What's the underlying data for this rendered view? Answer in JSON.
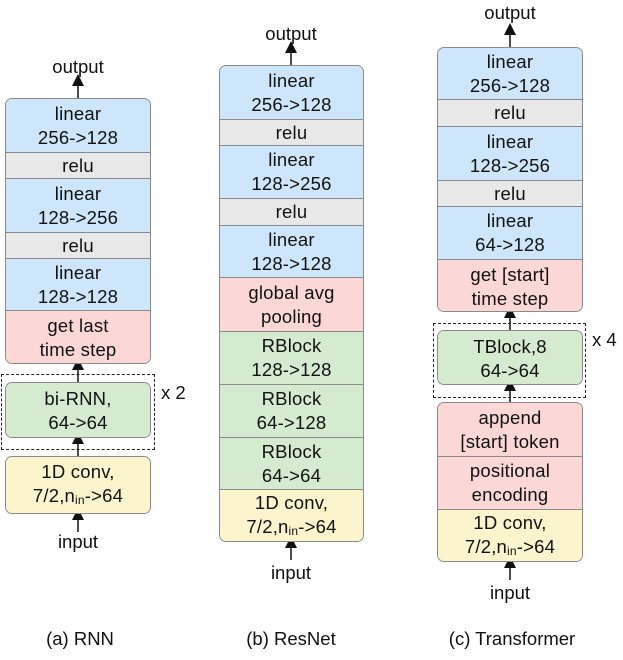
{
  "rnn": {
    "output": "output",
    "input": "input",
    "caption": "(a) RNN",
    "repeat": "x 2",
    "blocks": {
      "linear1": "linear\n256->128",
      "relu1": "relu",
      "linear2": "linear\n128->256",
      "relu2": "relu",
      "linear3": "linear\n128->128",
      "last": "get last\ntime step",
      "birnn": "bi-RNN,\n64->64",
      "conv_a": "1D conv,",
      "conv_b1": "7/2,n",
      "conv_sub": "in",
      "conv_b2": "->64"
    }
  },
  "resnet": {
    "output": "output",
    "input": "input",
    "caption": "(b) ResNet",
    "blocks": {
      "linear1": "linear\n256->128",
      "relu1": "relu",
      "linear2": "linear\n128->256",
      "relu2": "relu",
      "linear3": "linear\n128->128",
      "pool": "global avg\npooling",
      "rb1": "RBlock\n128->128",
      "rb2": "RBlock\n64->128",
      "rb3": "RBlock\n64->64",
      "conv_a": "1D conv,",
      "conv_b1": "7/2,n",
      "conv_sub": "in",
      "conv_b2": "->64"
    }
  },
  "transformer": {
    "output": "output",
    "input": "input",
    "caption": "(c) Transformer",
    "repeat": "x 4",
    "blocks": {
      "linear1": "linear\n256->128",
      "relu1": "relu",
      "linear2": "linear\n128->256",
      "relu2": "relu",
      "linear3": "linear\n64->128",
      "start": "get [start]\ntime step",
      "tblock": "TBlock,8\n64->64",
      "append": "append\n[start] token",
      "posenc": "positional\nencoding",
      "conv_a": "1D conv,",
      "conv_b1": "7/2,n",
      "conv_sub": "in",
      "conv_b2": "->64"
    }
  },
  "colors": {
    "linear": "#cde6fb",
    "relu": "#e8e8e8",
    "special": "#fbd8d6",
    "block": "#d4ebd0",
    "conv": "#fcf4cc",
    "border": "#8a8a8a"
  }
}
